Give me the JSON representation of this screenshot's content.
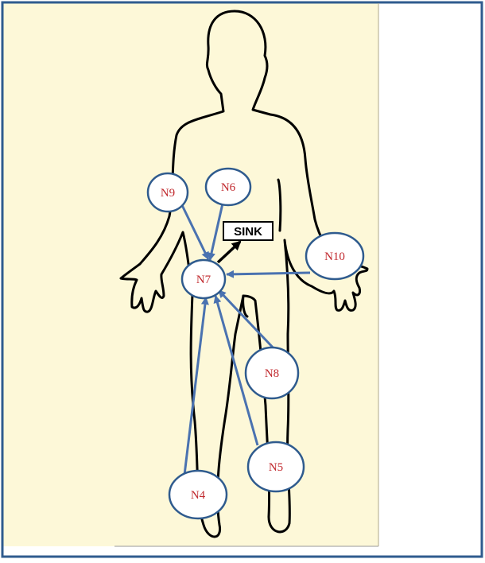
{
  "diagram": {
    "sink_label": "SINK",
    "nodes": [
      {
        "id": "N9",
        "label": "N9"
      },
      {
        "id": "N6",
        "label": "N6"
      },
      {
        "id": "N7",
        "label": "N7"
      },
      {
        "id": "N10",
        "label": "N10"
      },
      {
        "id": "N8",
        "label": "N8"
      },
      {
        "id": "N5",
        "label": "N5"
      },
      {
        "id": "N4",
        "label": "N4"
      }
    ],
    "edges": [
      {
        "from": "N9",
        "to": "N7"
      },
      {
        "from": "N6",
        "to": "N7"
      },
      {
        "from": "N10",
        "to": "N7"
      },
      {
        "from": "N8",
        "to": "N7"
      },
      {
        "from": "N5",
        "to": "N7"
      },
      {
        "from": "N4",
        "to": "N7"
      },
      {
        "from": "N7",
        "to": "SINK"
      }
    ],
    "colors": {
      "background": "#fdf8d8",
      "border": "#2f5b8e",
      "node_stroke": "#2f5b8e",
      "edge": "#4a72b0",
      "node_text": "#c0282d",
      "outline": "#000000"
    }
  }
}
